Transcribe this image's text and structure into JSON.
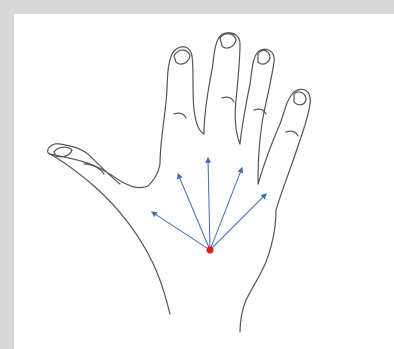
{
  "figure": {
    "subject": "hand",
    "view": "palm",
    "line_color": "#555555",
    "arrow_color": "#3d6fb6",
    "origin_color": "#e31b1b",
    "background_color": "#ffffff",
    "frame_color": "#d8d8d8",
    "arrow_count": 5
  }
}
